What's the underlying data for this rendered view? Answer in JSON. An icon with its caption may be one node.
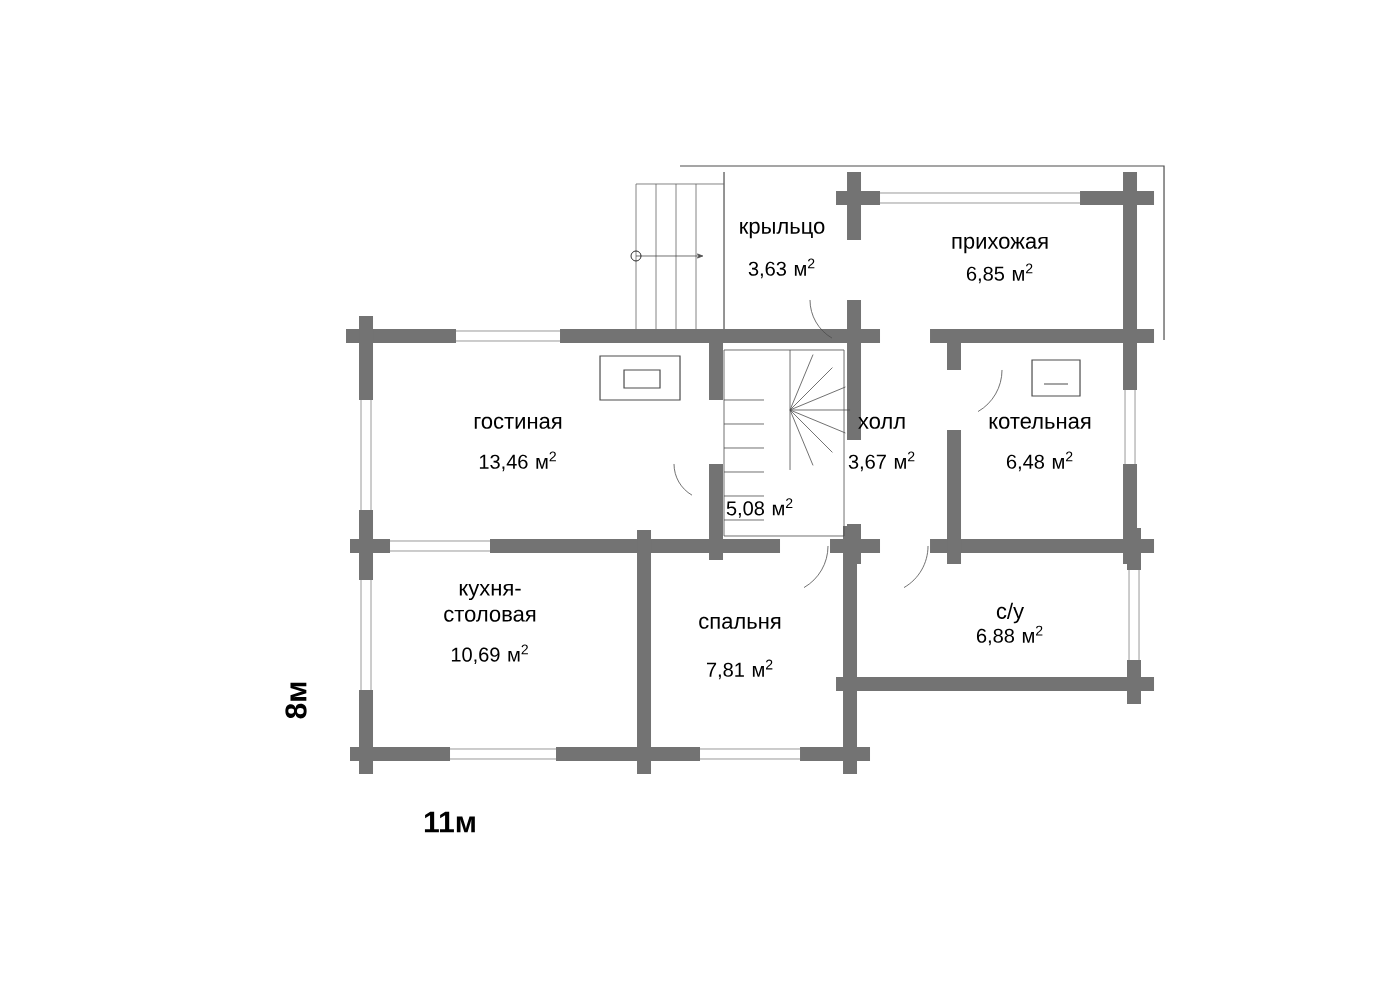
{
  "diagram": {
    "nodes": [
      {
        "text": [
          "крыльцо",
          "3,63 м$^{2}$"
        ]
      },
      {
        "text": [
          "прихожая",
          "6,85 м$^{2}$"
        ]
      },
      {
        "text": [
          "гостиная",
          "13,46 м$^{2}$"
        ]
      },
      {
        "text": [
          "5,08 м$^{2}$"
        ]
      },
      {
        "text": [
          "холл",
          "3,67 м$^{2}$"
        ]
      },
      {
        "text": [
          "котельная",
          "6,48 м$^{2}$"
        ]
      },
      {
        "text": [
          "кухня- столовая",
          "10,69 м$^{2}$"
        ]
      },
      {
        "text": [
          "спальня",
          "7,81 м$^{2}$"
        ]
      },
      {
        "text": [
          "с/у",
          "6,88 м$^{2}$"
        ]
      }
    ],
    "labels": [
      "8м",
      "11м"
    ]
  }
}
